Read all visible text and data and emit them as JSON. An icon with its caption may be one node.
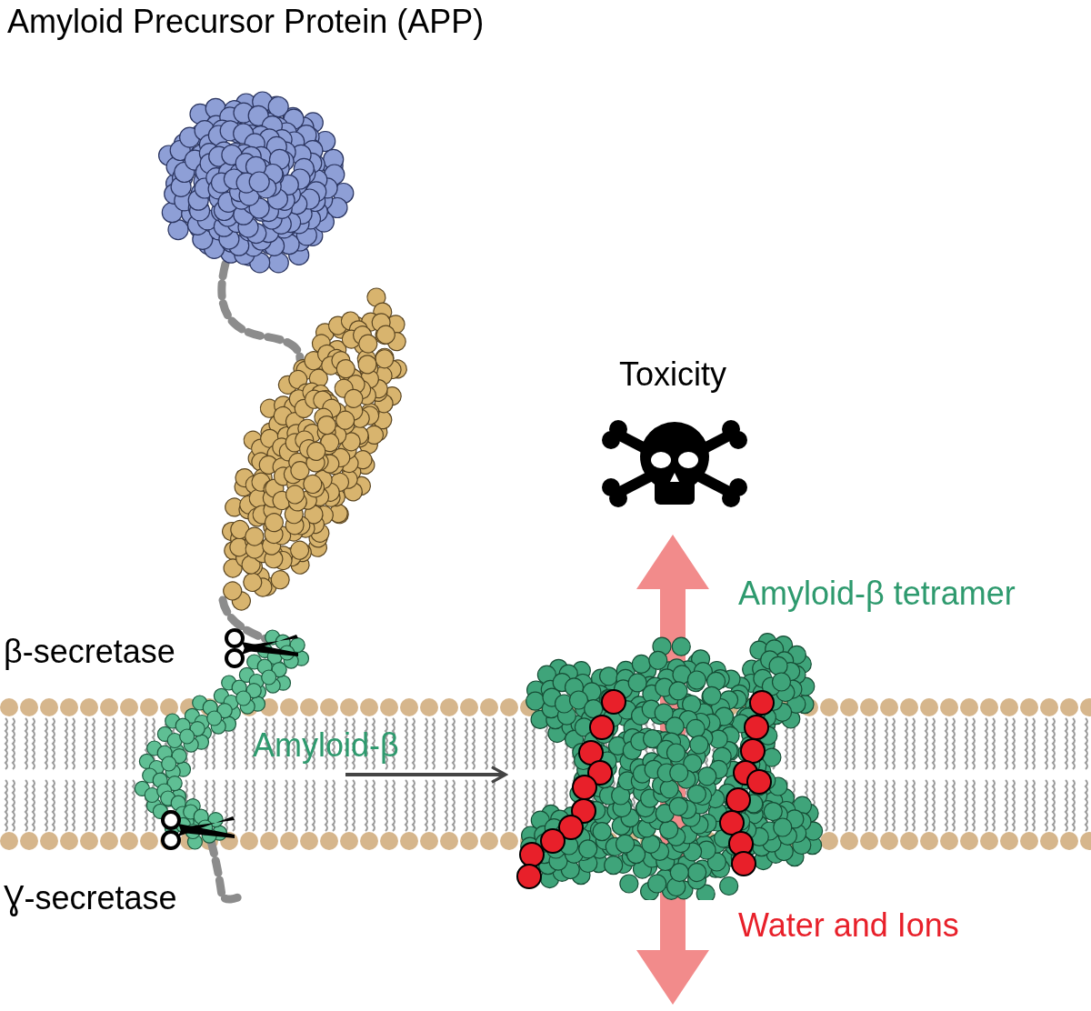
{
  "diagram": {
    "title": "Amyloid Precursor Protein (APP)",
    "nodes": [
      {
        "text": [
          "Amyloid-β"
        ]
      },
      {
        "text": [
          "Amyloid-β tetramer"
        ]
      }
    ],
    "edges": [
      {
        "from": 0,
        "to": 1,
        "arrow": "to"
      }
    ],
    "labels": [
      "Toxicity",
      "β-secretase",
      "Ɣ-secretase",
      "Water and Ions"
    ]
  }
}
